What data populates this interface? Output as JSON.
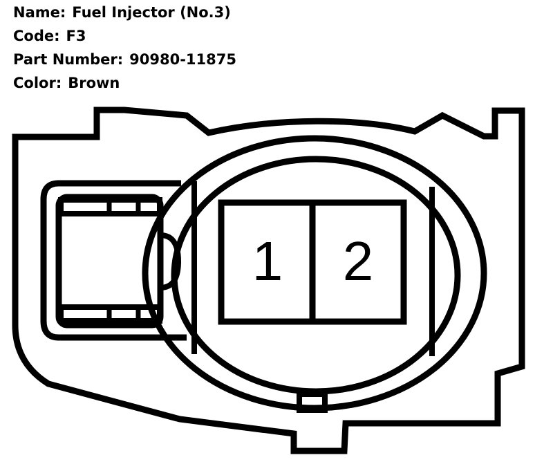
{
  "info": {
    "name_label": "Name:",
    "name_value": "Fuel Injector (No.3)",
    "code_label": "Code:",
    "code_value": "F3",
    "part_label": "Part Number:",
    "part_value": "90980-11875",
    "color_label": "Color:",
    "color_value": "Brown"
  },
  "connector": {
    "pins": [
      {
        "number": "1"
      },
      {
        "number": "2"
      }
    ]
  }
}
